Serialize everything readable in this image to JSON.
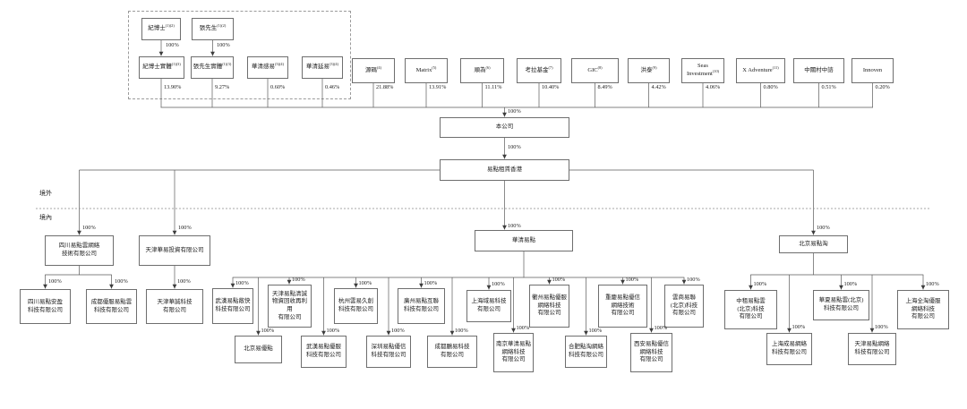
{
  "ownership": {
    "full": "100%"
  },
  "regions": {
    "offshore": "境外",
    "onshore": "境內"
  },
  "founders": {
    "persons": [
      {
        "name": "紀博士",
        "sup": "(1)(2)"
      },
      {
        "name": "張先生",
        "sup": "(1)(2)"
      }
    ],
    "entities": [
      {
        "name": "紀博士實體",
        "sup": "(1)(3)",
        "pct": "13.90%"
      },
      {
        "name": "張先生實體",
        "sup": "(1)(3)",
        "pct": "9.27%"
      },
      {
        "name": "華清感易",
        "sup": "(3)(4)",
        "pct": "0.60%"
      },
      {
        "name": "華清延易",
        "sup": "(3)(4)",
        "pct": "0.46%"
      }
    ]
  },
  "investors": [
    {
      "name": "源碼",
      "sup": "(4)",
      "pct": "21.88%"
    },
    {
      "name": "Matrix",
      "sup": "(5)",
      "pct": "13.91%"
    },
    {
      "name": "順為",
      "sup": "(6)",
      "pct": "11.11%"
    },
    {
      "name": "考拉基金",
      "sup": "(7)",
      "pct": "10.40%"
    },
    {
      "name": "GIC",
      "sup": "(8)",
      "pct": "8.49%"
    },
    {
      "name": "洪泰",
      "sup": "(9)",
      "pct": "4.42%"
    },
    {
      "name": "Seas\nInvestment",
      "sup": "(10)",
      "pct": "4.06%"
    },
    {
      "name": "X Adventure",
      "sup": "(11)",
      "pct": "0.80%"
    },
    {
      "name": "中關村中諮",
      "sup": "",
      "pct": "0.51%"
    },
    {
      "name": "Innoven",
      "sup": "",
      "pct": "0.20%"
    }
  ],
  "company": {
    "name": "本公司"
  },
  "hk_company": {
    "name": "易點租賃香港"
  },
  "tier2": [
    {
      "name": "四川易點雲網絡\n技術有限公司"
    },
    {
      "name": "天津華易投資有限公司"
    },
    {
      "name": "華清易點"
    },
    {
      "name": "北京易點淘"
    }
  ],
  "sichuan_subs": [
    {
      "name": "四川易點安盈\n科技有限公司"
    },
    {
      "name": "成都優服易點雲\n科技有限公司"
    }
  ],
  "tianjin_subs": [
    {
      "name": "天津華誠科技\n有限公司"
    }
  ],
  "huaqing_subs_row1": [
    {
      "name": "武漢易點敞快\n科技有限公司"
    },
    {
      "name": "天津易點清誠\n物資回收再利用\n有限公司"
    },
    {
      "name": "杭州雲易久創\n科技有限公司"
    },
    {
      "name": "廣州易點互聯\n科技有限公司"
    },
    {
      "name": "上海域易科技\n有限公司"
    },
    {
      "name": "衢州易點優服\n網絡科技\n有限公司"
    },
    {
      "name": "重慶易點優信\n網絡技術\n有限公司"
    },
    {
      "name": "雲商易聯\n(北京)科技\n有限公司"
    }
  ],
  "huaqing_subs_row2": [
    {
      "name": "北京易優點"
    },
    {
      "name": "武漢易點優服\n科技有限公司"
    },
    {
      "name": "深圳易點優信\n科技有限公司"
    },
    {
      "name": "成都鵬易科技\n有限公司"
    },
    {
      "name": "南京華清易點\n網絡科技\n有限公司"
    },
    {
      "name": "合肥點淘網絡\n科技有限公司"
    },
    {
      "name": "西安易點優信\n網絡科技\n有限公司"
    }
  ],
  "diantao_subs_row1": [
    {
      "name": "中租易點雲\n(北京)科技\n有限公司"
    },
    {
      "name": "華夏易點雲(北京)\n科技有限公司"
    },
    {
      "name": "上海全淘優服\n網絡科技\n有限公司"
    }
  ],
  "diantao_subs_row2": [
    {
      "name": "上海成易網絡\n科技有限公司"
    },
    {
      "name": "天津易點網絡\n科技有限公司"
    }
  ]
}
